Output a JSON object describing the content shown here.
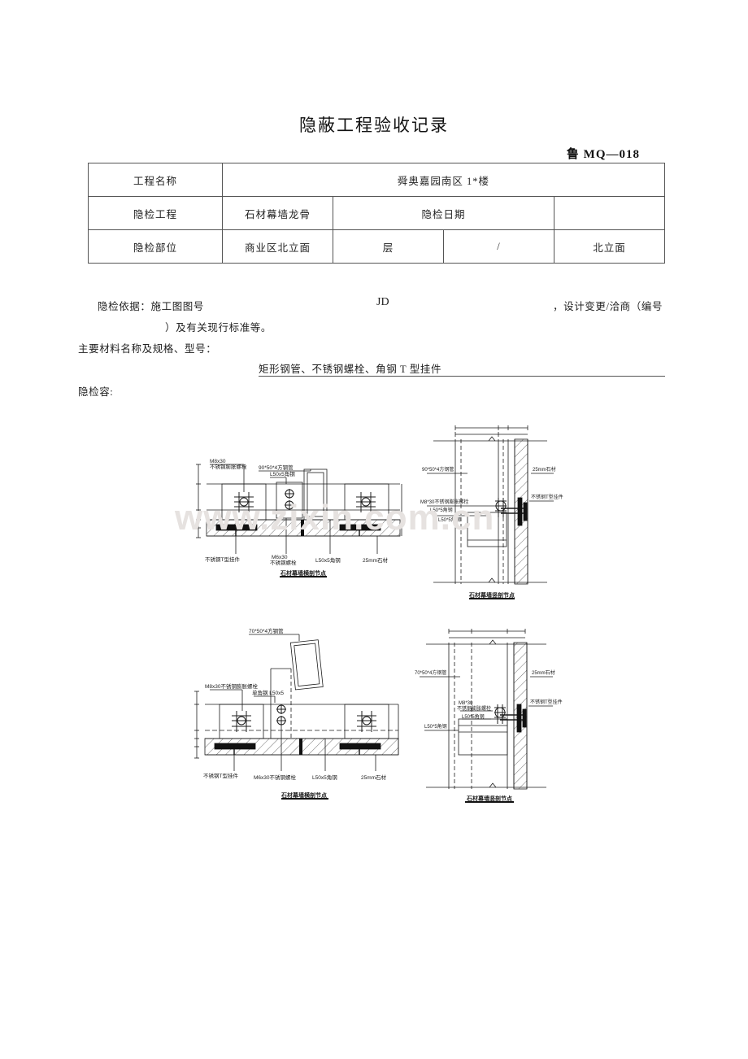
{
  "document": {
    "title": "隐蔽工程验收记录",
    "form_code": "鲁 MQ—018"
  },
  "info_table": {
    "rows": [
      {
        "label": "工程名称",
        "value": "舜奥嘉园南区 1*楼"
      },
      {
        "label": "隐检工程",
        "value": "石材幕墙龙骨",
        "sub_label": "隐检日期",
        "sub_value": ""
      },
      {
        "label": "隐检部位",
        "value": "商业区北立面",
        "floor_label": "层",
        "floor_value": "/",
        "facade": "北立面"
      }
    ]
  },
  "form_body": {
    "basis_label": "隐检依据：施工图图号",
    "basis_drawing_no": "JD",
    "basis_tail": "，设计变更/洽商（编号",
    "basis_line2": "）及有关现行标准等。",
    "materials_label": "主要材料名称及规格、型号：",
    "materials_value": "矩形钢管、不锈钢螺栓、角钢 T 型挂件",
    "content_label": "隐检容:"
  },
  "watermark": {
    "text": "www.zixin.com.cn",
    "color": "#e6e2e0"
  },
  "drawings": [
    {
      "id": "plan-detail-1",
      "caption": "石材幕墙横剖节点",
      "type": "horizontal-section",
      "labels": [
        "M8x30 不锈钢膨胀螺栓",
        "90*50*4方钢管",
        "L50x5角钢",
        "M6x30 不锈钢螺栓",
        "L50x5角钢",
        "25mm石材",
        "不锈钢T型挂件"
      ]
    },
    {
      "id": "section-detail-1",
      "caption": "石材幕墙竖剖节点",
      "type": "vertical-section",
      "labels": [
        "90*50*4方钢管",
        "25mm石材",
        "M8*30不锈钢膨胀螺栓",
        "L50*5角钢",
        "L50*5角钢",
        "不锈钢T型挂件"
      ]
    },
    {
      "id": "plan-detail-2",
      "caption": "石材幕墙横剖节点",
      "type": "horizontal-section",
      "labels": [
        "M8x30不锈钢膨胀螺栓",
        "70*50*4方钢管",
        "单角钢 L50x5",
        "M6x30不锈钢螺栓",
        "L50x5角钢",
        "25mm石材",
        "不锈钢T型挂件"
      ]
    },
    {
      "id": "section-detail-2",
      "caption": "石材幕墙竖剖节点",
      "type": "vertical-section",
      "labels": [
        "70*50*4方钢管",
        "25mm石材",
        "M8*30不锈钢膨胀螺栓",
        "L50*5角钢",
        "L50*5角钢",
        "不锈钢T型挂件"
      ]
    }
  ]
}
